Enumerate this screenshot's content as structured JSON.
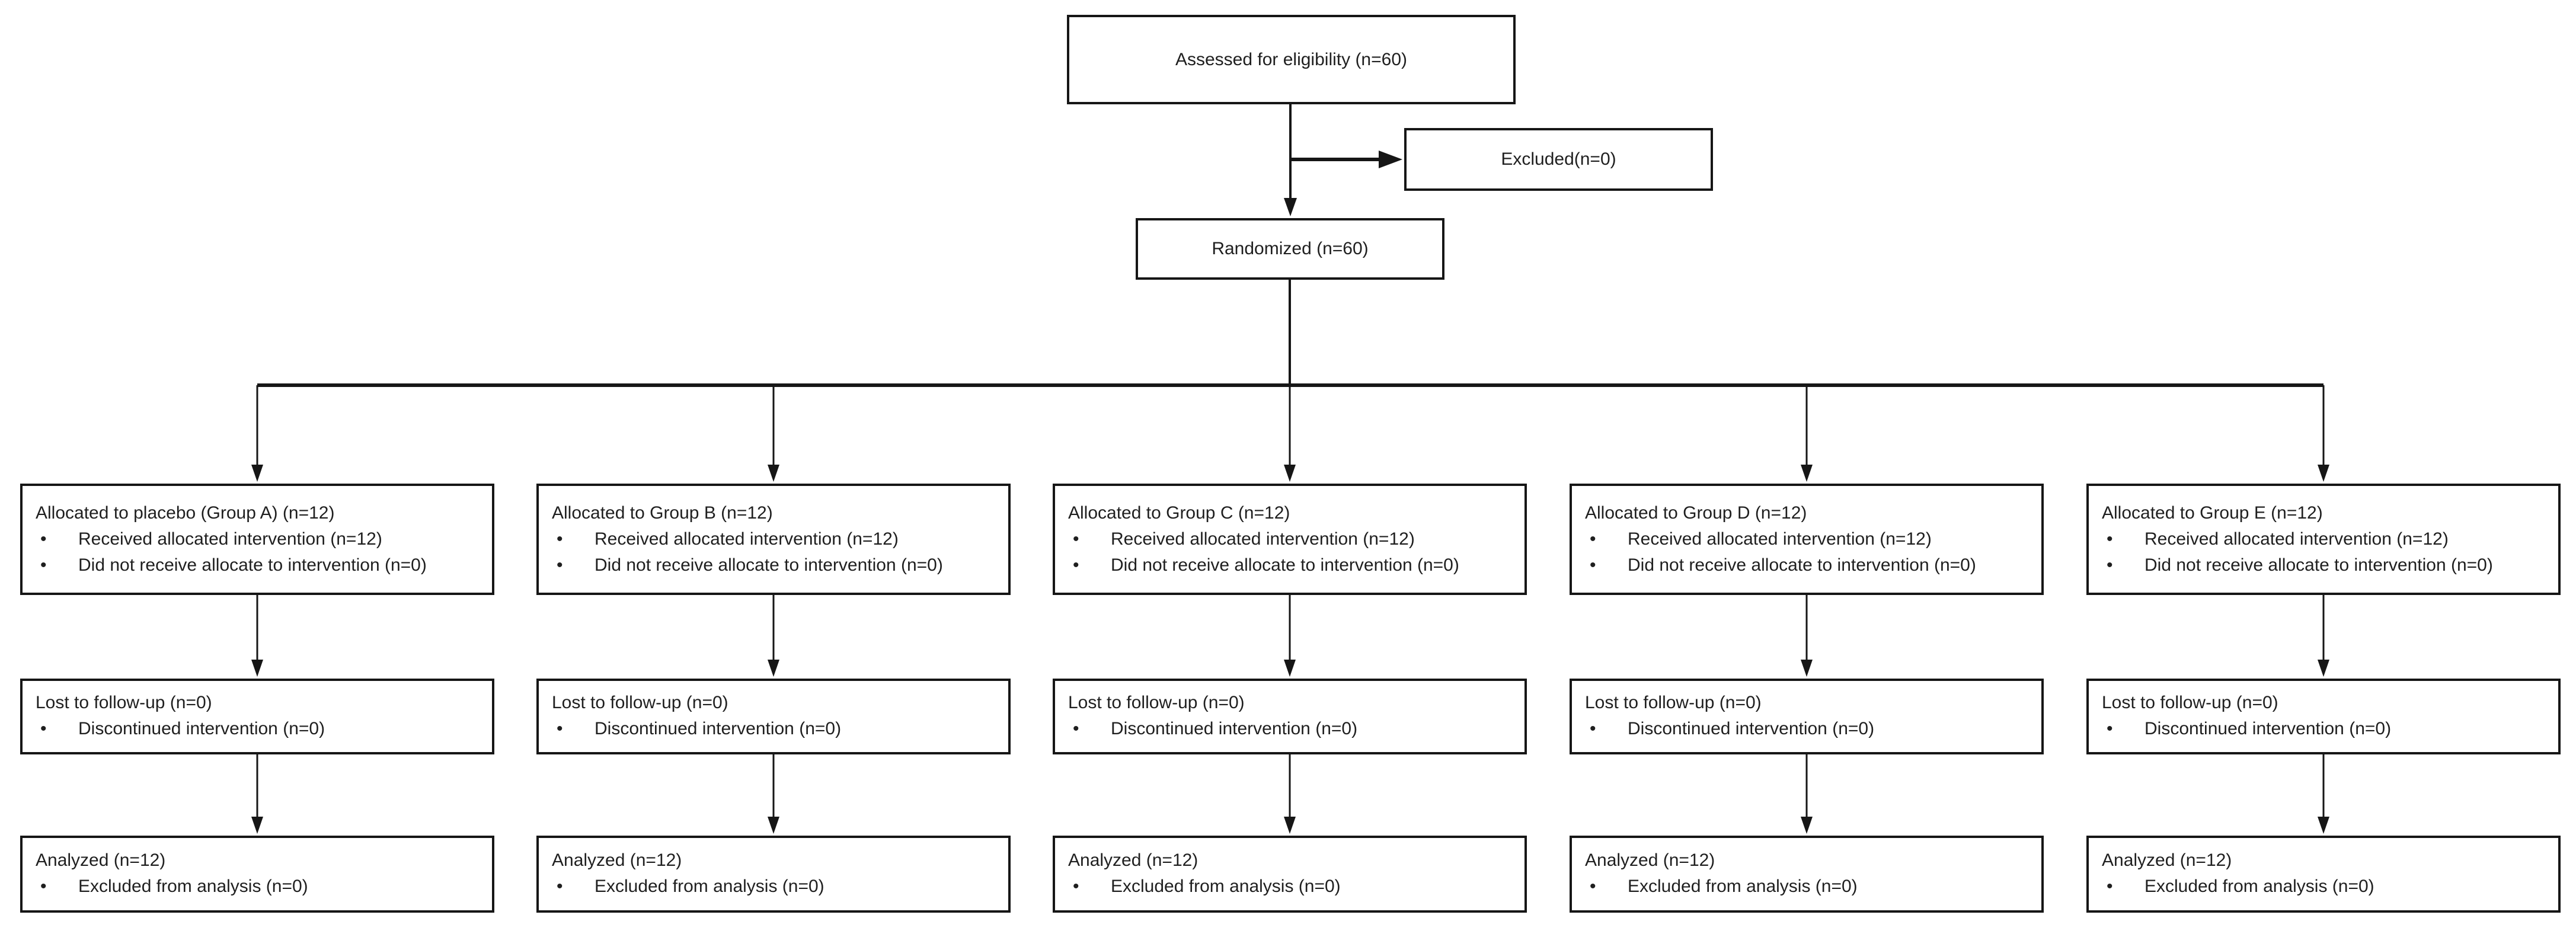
{
  "diagram": {
    "assessed_label": "Assessed for eligibility (n=60)",
    "excluded_label": "Excluded(n=0)",
    "randomized_label": "Randomized (n=60)"
  },
  "columns": [
    {
      "group": "A",
      "allocation": {
        "title": "Allocated to placebo (Group A) (n=12)",
        "bullets": [
          "Received allocated intervention (n=12)",
          "Did not receive allocate to intervention (n=0)"
        ]
      },
      "followup": {
        "title": "Lost to follow-up (n=0)",
        "bullets": [
          "Discontinued intervention (n=0)"
        ]
      },
      "analysis": {
        "title": "Analyzed (n=12)",
        "bullets": [
          "Excluded from analysis (n=0)"
        ]
      }
    },
    {
      "group": "B",
      "allocation": {
        "title": "Allocated to Group B (n=12)",
        "bullets": [
          "Received allocated intervention (n=12)",
          "Did not receive allocate to intervention (n=0)"
        ]
      },
      "followup": {
        "title": "Lost to follow-up (n=0)",
        "bullets": [
          "Discontinued intervention (n=0)"
        ]
      },
      "analysis": {
        "title": "Analyzed (n=12)",
        "bullets": [
          "Excluded from analysis (n=0)"
        ]
      }
    },
    {
      "group": "C",
      "allocation": {
        "title": "Allocated to Group C (n=12)",
        "bullets": [
          "Received allocated intervention (n=12)",
          "Did not receive allocate to intervention (n=0)"
        ]
      },
      "followup": {
        "title": "Lost to follow-up (n=0)",
        "bullets": [
          "Discontinued intervention (n=0)"
        ]
      },
      "analysis": {
        "title": "Analyzed (n=12)",
        "bullets": [
          "Excluded from analysis (n=0)"
        ]
      }
    },
    {
      "group": "D",
      "allocation": {
        "title": "Allocated to Group D (n=12)",
        "bullets": [
          "Received allocated intervention (n=12)",
          "Did not receive allocate to intervention (n=0)"
        ]
      },
      "followup": {
        "title": "Lost to follow-up (n=0)",
        "bullets": [
          "Discontinued intervention (n=0)"
        ]
      },
      "analysis": {
        "title": "Analyzed (n=12)",
        "bullets": [
          "Excluded from analysis (n=0)"
        ]
      }
    },
    {
      "group": "E",
      "allocation": {
        "title": "Allocated to Group E (n=12)",
        "bullets": [
          "Received allocated intervention (n=12)",
          "Did not receive allocate to intervention (n=0)"
        ]
      },
      "followup": {
        "title": "Lost to follow-up (n=0)",
        "bullets": [
          "Discontinued intervention (n=0)"
        ]
      },
      "analysis": {
        "title": "Analyzed (n=12)",
        "bullets": [
          "Excluded from analysis (n=0)"
        ]
      }
    }
  ],
  "colors": {
    "line": "#161616",
    "box_border": "#161616",
    "text": "#1f1f1f",
    "background": "#ffffff"
  }
}
